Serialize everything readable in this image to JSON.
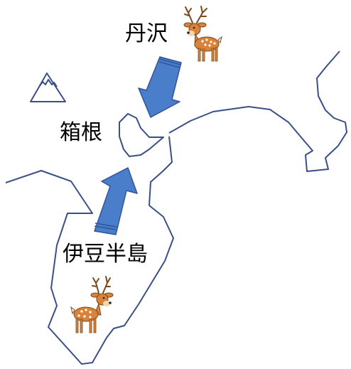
{
  "labels": {
    "tanzawa": "丹沢",
    "hakone": "箱根",
    "izu": "伊豆半島"
  },
  "icons": {
    "fuji": "mount-fuji-icon",
    "deer": "deer-icon",
    "arrow": "arrow-icon"
  },
  "colors": {
    "coastline": "#3a4f88",
    "arrow_fill": "#4a7ecb",
    "arrow_edge": "#2f5597",
    "deer_body": "#d9823a",
    "deer_spots": "#ffffff",
    "deer_dark": "#7a4a1c",
    "text": "#000000"
  }
}
